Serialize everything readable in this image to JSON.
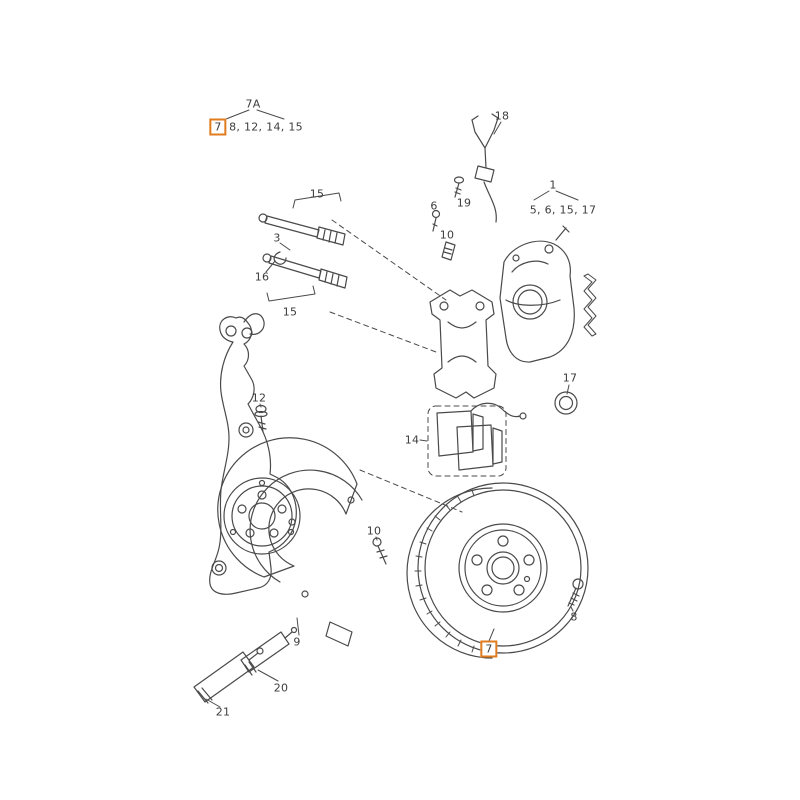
{
  "diagram": {
    "kind": "exploded parts diagram - front brake assembly",
    "background": "#ffffff",
    "line_color": "#4a4a4a",
    "highlight_color": "#e07b1e"
  },
  "callouts": [
    {
      "id": "7A",
      "label": "7A",
      "highlighted": false
    },
    {
      "id": "7-kit",
      "label": "7",
      "highlighted": true
    },
    {
      "id": "kit-list",
      "label": "8, 12, 14, 15",
      "highlighted": false
    },
    {
      "id": "15-upper",
      "label": "15",
      "highlighted": false
    },
    {
      "id": "3",
      "label": "3",
      "highlighted": false
    },
    {
      "id": "16",
      "label": "16",
      "highlighted": false
    },
    {
      "id": "15-lower",
      "label": "15",
      "highlighted": false
    },
    {
      "id": "18",
      "label": "18",
      "highlighted": false
    },
    {
      "id": "19",
      "label": "19",
      "highlighted": false
    },
    {
      "id": "6",
      "label": "6",
      "highlighted": false
    },
    {
      "id": "10-upper",
      "label": "10",
      "highlighted": false
    },
    {
      "id": "1",
      "label": "1",
      "highlighted": false
    },
    {
      "id": "caliper-list",
      "label": "5, 6, 15, 17",
      "highlighted": false
    },
    {
      "id": "17",
      "label": "17",
      "highlighted": false
    },
    {
      "id": "14",
      "label": "14",
      "highlighted": false
    },
    {
      "id": "12",
      "label": "12",
      "highlighted": false
    },
    {
      "id": "10-lower",
      "label": "10",
      "highlighted": false
    },
    {
      "id": "9",
      "label": "9",
      "highlighted": false
    },
    {
      "id": "20",
      "label": "20",
      "highlighted": false
    },
    {
      "id": "21",
      "label": "21",
      "highlighted": false
    },
    {
      "id": "8",
      "label": "8",
      "highlighted": false
    },
    {
      "id": "7-disc",
      "label": "7",
      "highlighted": true
    }
  ]
}
